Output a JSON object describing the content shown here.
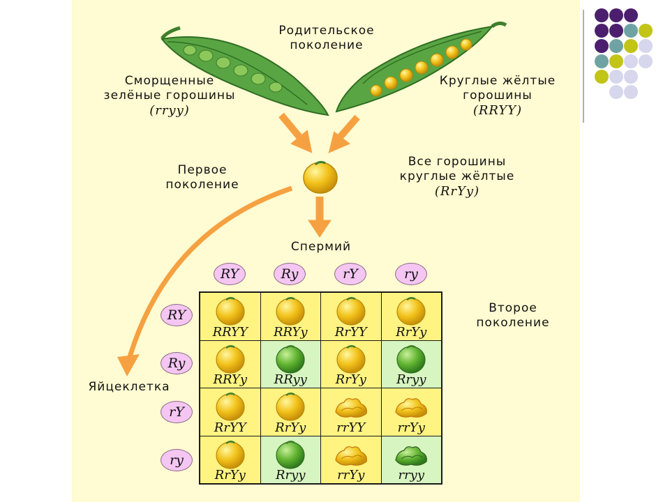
{
  "labels": {
    "parental_line1": "Родительское",
    "parental_line2": "поколение",
    "wrinkled_line1": "Сморщенные",
    "wrinkled_line2": "зелёные горошины",
    "wrinkled_geno": "(rryy)",
    "round_line1": "Круглые жёлтые",
    "round_line2": "горошины",
    "round_geno": "(RRYY)",
    "f1_line1": "Первое",
    "f1_line2": "поколение",
    "all_line1": "Все горошины",
    "all_line2": "круглые жёлтые",
    "all_geno": "(RrYy)",
    "sperm": "Спермий",
    "egg": "Яйцеклетка",
    "f2_line1": "Второе",
    "f2_line2": "поколение"
  },
  "sperm_gametes": [
    "RY",
    "Ry",
    "rY",
    "ry"
  ],
  "egg_gametes": [
    "RY",
    "Ry",
    "rY",
    "ry"
  ],
  "punnett": [
    [
      {
        "g": "RRYY",
        "pea": "round-yellow"
      },
      {
        "g": "RRYy",
        "pea": "round-yellow"
      },
      {
        "g": "RrYY",
        "pea": "round-yellow"
      },
      {
        "g": "RrYy",
        "pea": "round-yellow"
      }
    ],
    [
      {
        "g": "RRYy",
        "pea": "round-yellow"
      },
      {
        "g": "RRyy",
        "pea": "round-green"
      },
      {
        "g": "RrYy",
        "pea": "round-yellow"
      },
      {
        "g": "Rryy",
        "pea": "round-green"
      }
    ],
    [
      {
        "g": "RrYY",
        "pea": "round-yellow"
      },
      {
        "g": "RrYy",
        "pea": "round-yellow"
      },
      {
        "g": "rrYY",
        "pea": "wrinkled-yellow"
      },
      {
        "g": "rrYy",
        "pea": "wrinkled-yellow"
      }
    ],
    [
      {
        "g": "RrYy",
        "pea": "round-yellow"
      },
      {
        "g": "Rryy",
        "pea": "round-green"
      },
      {
        "g": "rrYy",
        "pea": "wrinkled-yellow"
      },
      {
        "g": "rryy",
        "pea": "wrinkled-green"
      }
    ]
  ],
  "colors": {
    "background_panel": "#fffbd2",
    "cell_yellow": "#fff382",
    "cell_green": "#d7f5c0",
    "gamete_fill": "#f5c6f2",
    "arrow_orange": "#f6a141",
    "pea_yellow": "#f2c21a",
    "pea_green": "#62b432",
    "pod_green": "#4f9b3a",
    "deco_purple": "#4b1f6e",
    "deco_teal": "#6fa3a3",
    "deco_olive": "#c2c418",
    "deco_lavender": "#d6d6ec"
  }
}
